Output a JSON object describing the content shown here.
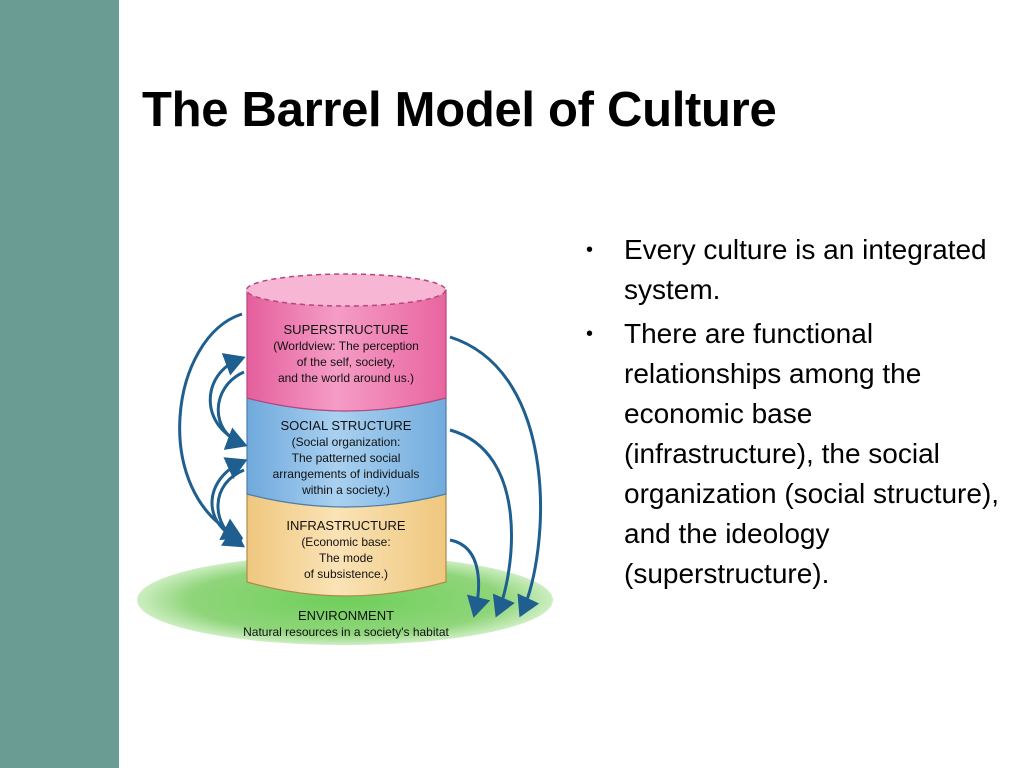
{
  "slide": {
    "title": "The Barrel Model of Culture",
    "accent_color": "#6a9c93"
  },
  "diagram": {
    "layers": [
      {
        "key": "superstructure",
        "color": "#f07fb0",
        "heading": "SUPERSTRUCTURE",
        "lines": [
          "(Worldview: The perception",
          "of the self, society,",
          "and the world around us.)"
        ]
      },
      {
        "key": "social",
        "color": "#8fc0e8",
        "heading": "SOCIAL STRUCTURE",
        "lines": [
          "(Social organization:",
          "The patterned social",
          "arrangements of individuals",
          "within a society.)"
        ]
      },
      {
        "key": "infrastructure",
        "color": "#f5d59a",
        "heading": "INFRASTRUCTURE",
        "lines": [
          "(Economic base:",
          "The mode",
          "of subsistence.)"
        ]
      }
    ],
    "environment": {
      "color": "#8fd57a",
      "heading": "ENVIRONMENT",
      "subtitle": "Natural resources in a society's habitat"
    },
    "arrow_color": "#1f5f8f"
  },
  "bullets": [
    "Every culture is an integrated system.",
    "There are functional relationships among the economic base (infrastructure), the social organization (social structure), and the ideology (superstructure)."
  ],
  "bullet_marker": "•"
}
